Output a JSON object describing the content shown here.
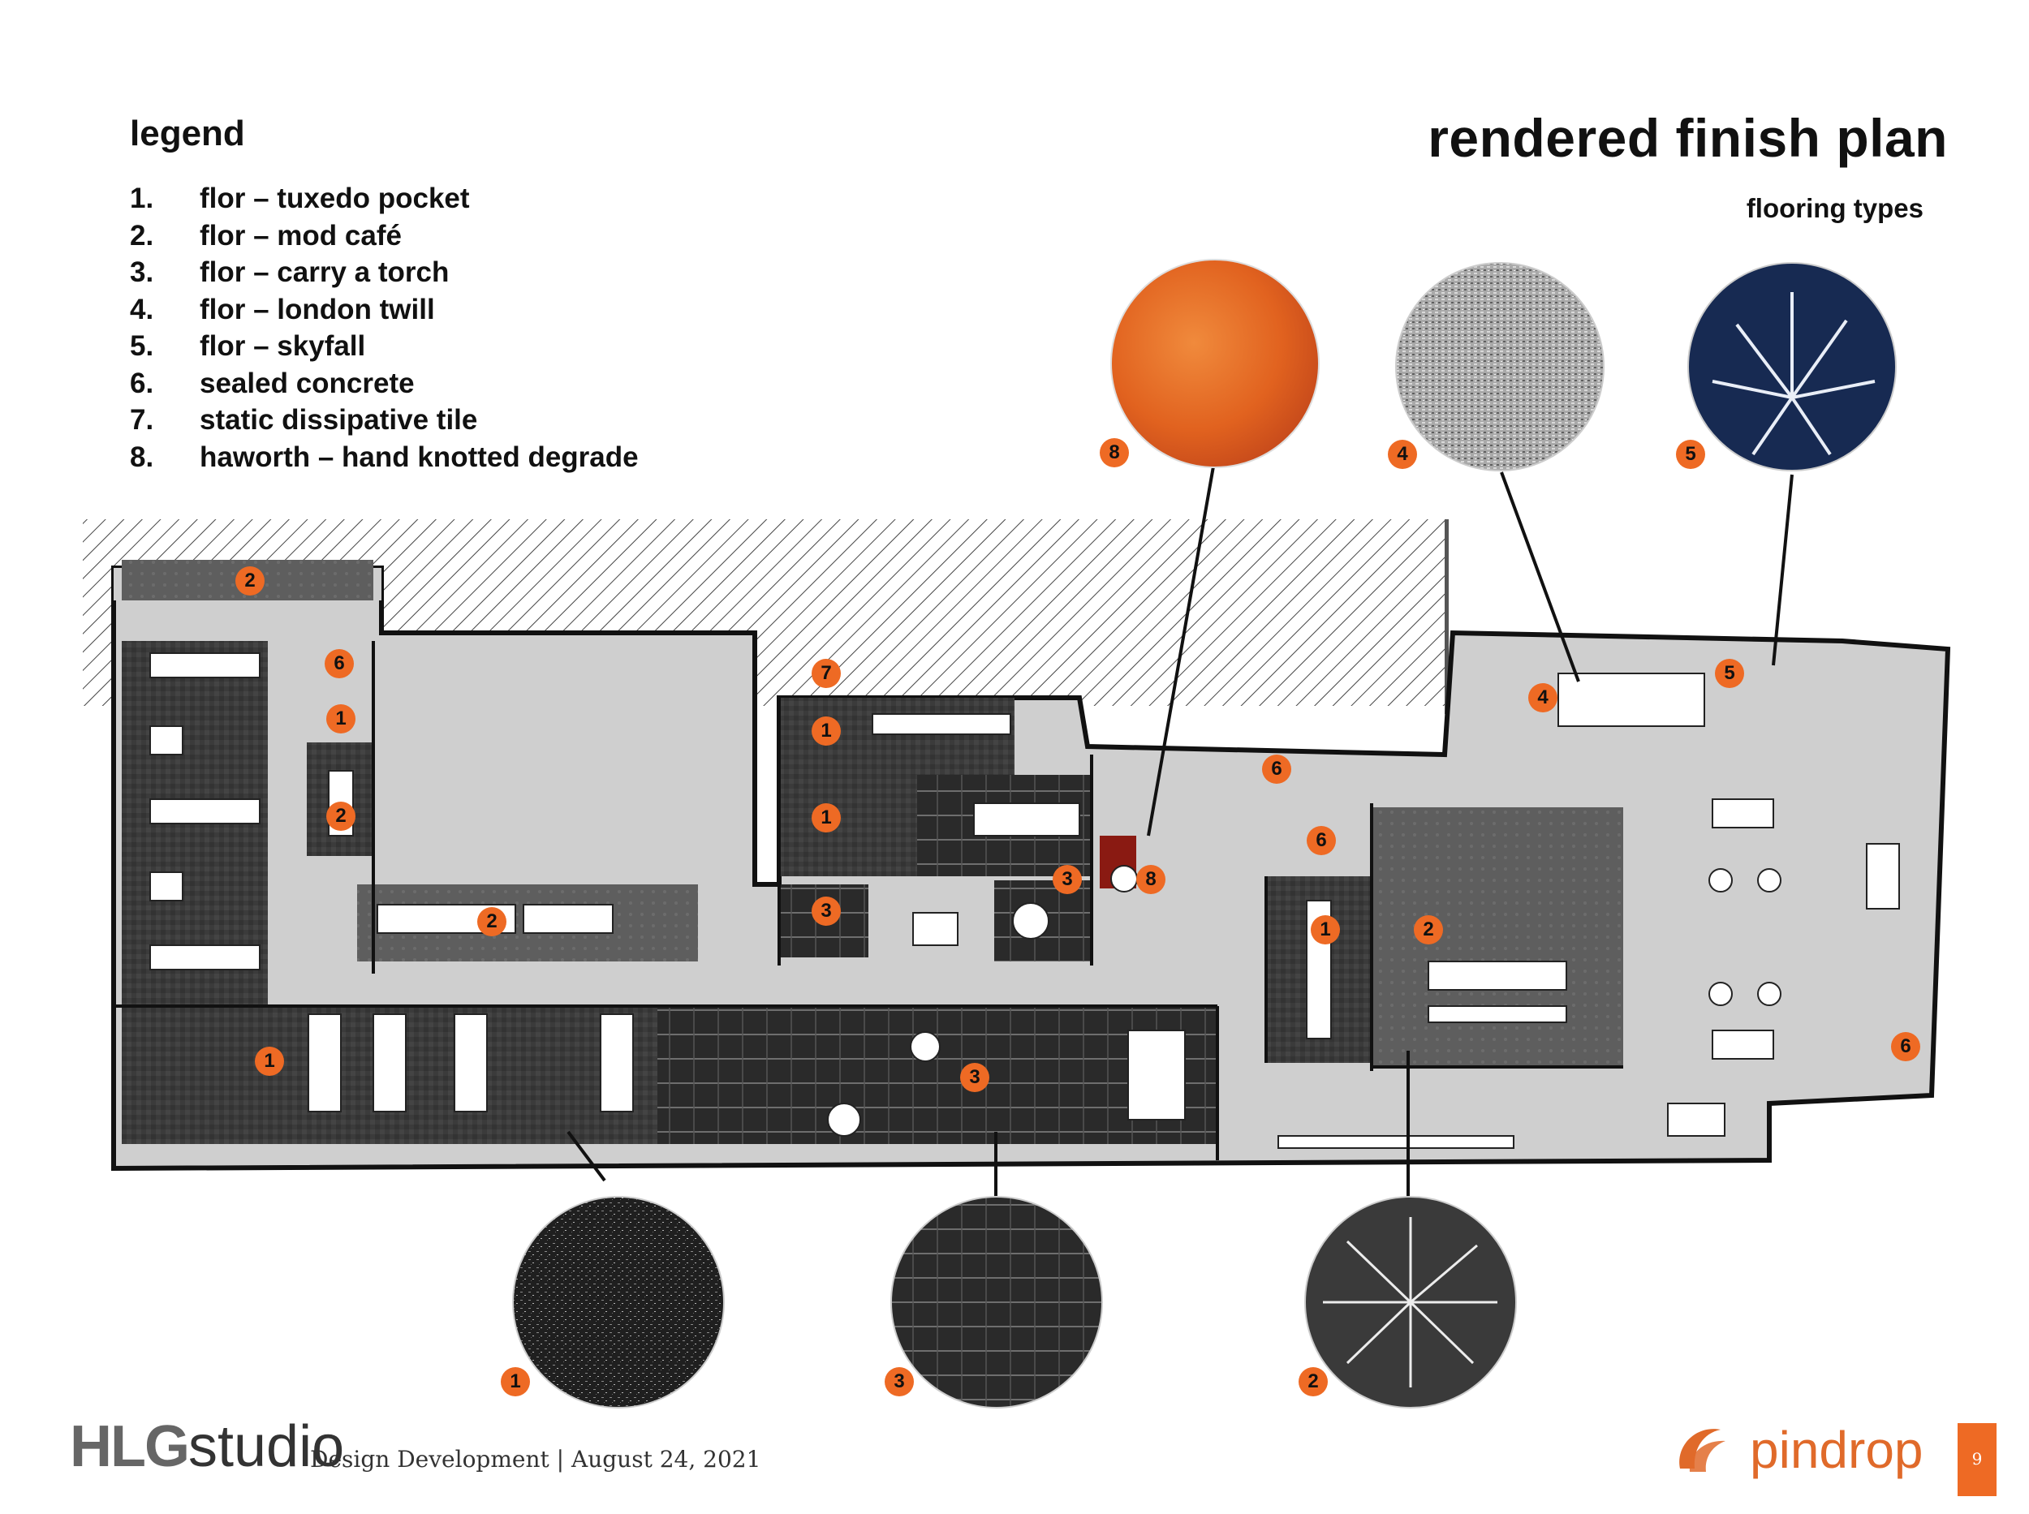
{
  "legend": {
    "title": "legend",
    "items": [
      {
        "num": "1.",
        "label": "flor – tuxedo pocket"
      },
      {
        "num": "2.",
        "label": "flor – mod café"
      },
      {
        "num": "3.",
        "label": "flor – carry a torch"
      },
      {
        "num": "4.",
        "label": "flor – london twill"
      },
      {
        "num": "5.",
        "label": "flor – skyfall"
      },
      {
        "num": "6.",
        "label": "sealed concrete"
      },
      {
        "num": "7.",
        "label": "static dissipative tile"
      },
      {
        "num": "8.",
        "label": "haworth – hand knotted degrade"
      }
    ]
  },
  "header": {
    "title": "rendered finish plan",
    "subtitle": "flooring types"
  },
  "swatches": [
    {
      "key": "1"
    },
    {
      "key": "2"
    },
    {
      "key": "3"
    },
    {
      "key": "4"
    },
    {
      "key": "5"
    },
    {
      "key": "8"
    }
  ],
  "plan_tags": [
    "2",
    "6",
    "1",
    "2",
    "7",
    "1",
    "1",
    "3",
    "8",
    "2",
    "3",
    "6",
    "4",
    "5",
    "6",
    "1",
    "2",
    "6",
    "1",
    "3"
  ],
  "footer": {
    "logo_bold": "HLG",
    "logo_light": "studio",
    "text": "Design Development | August 24, 2021",
    "brand": "pindrop",
    "page_number": "9"
  },
  "colors": {
    "accent": "#ee6a24",
    "carpet_dark": "#3d3d3d",
    "carpet_mid": "#616161",
    "concrete": "#cfcfcf"
  }
}
